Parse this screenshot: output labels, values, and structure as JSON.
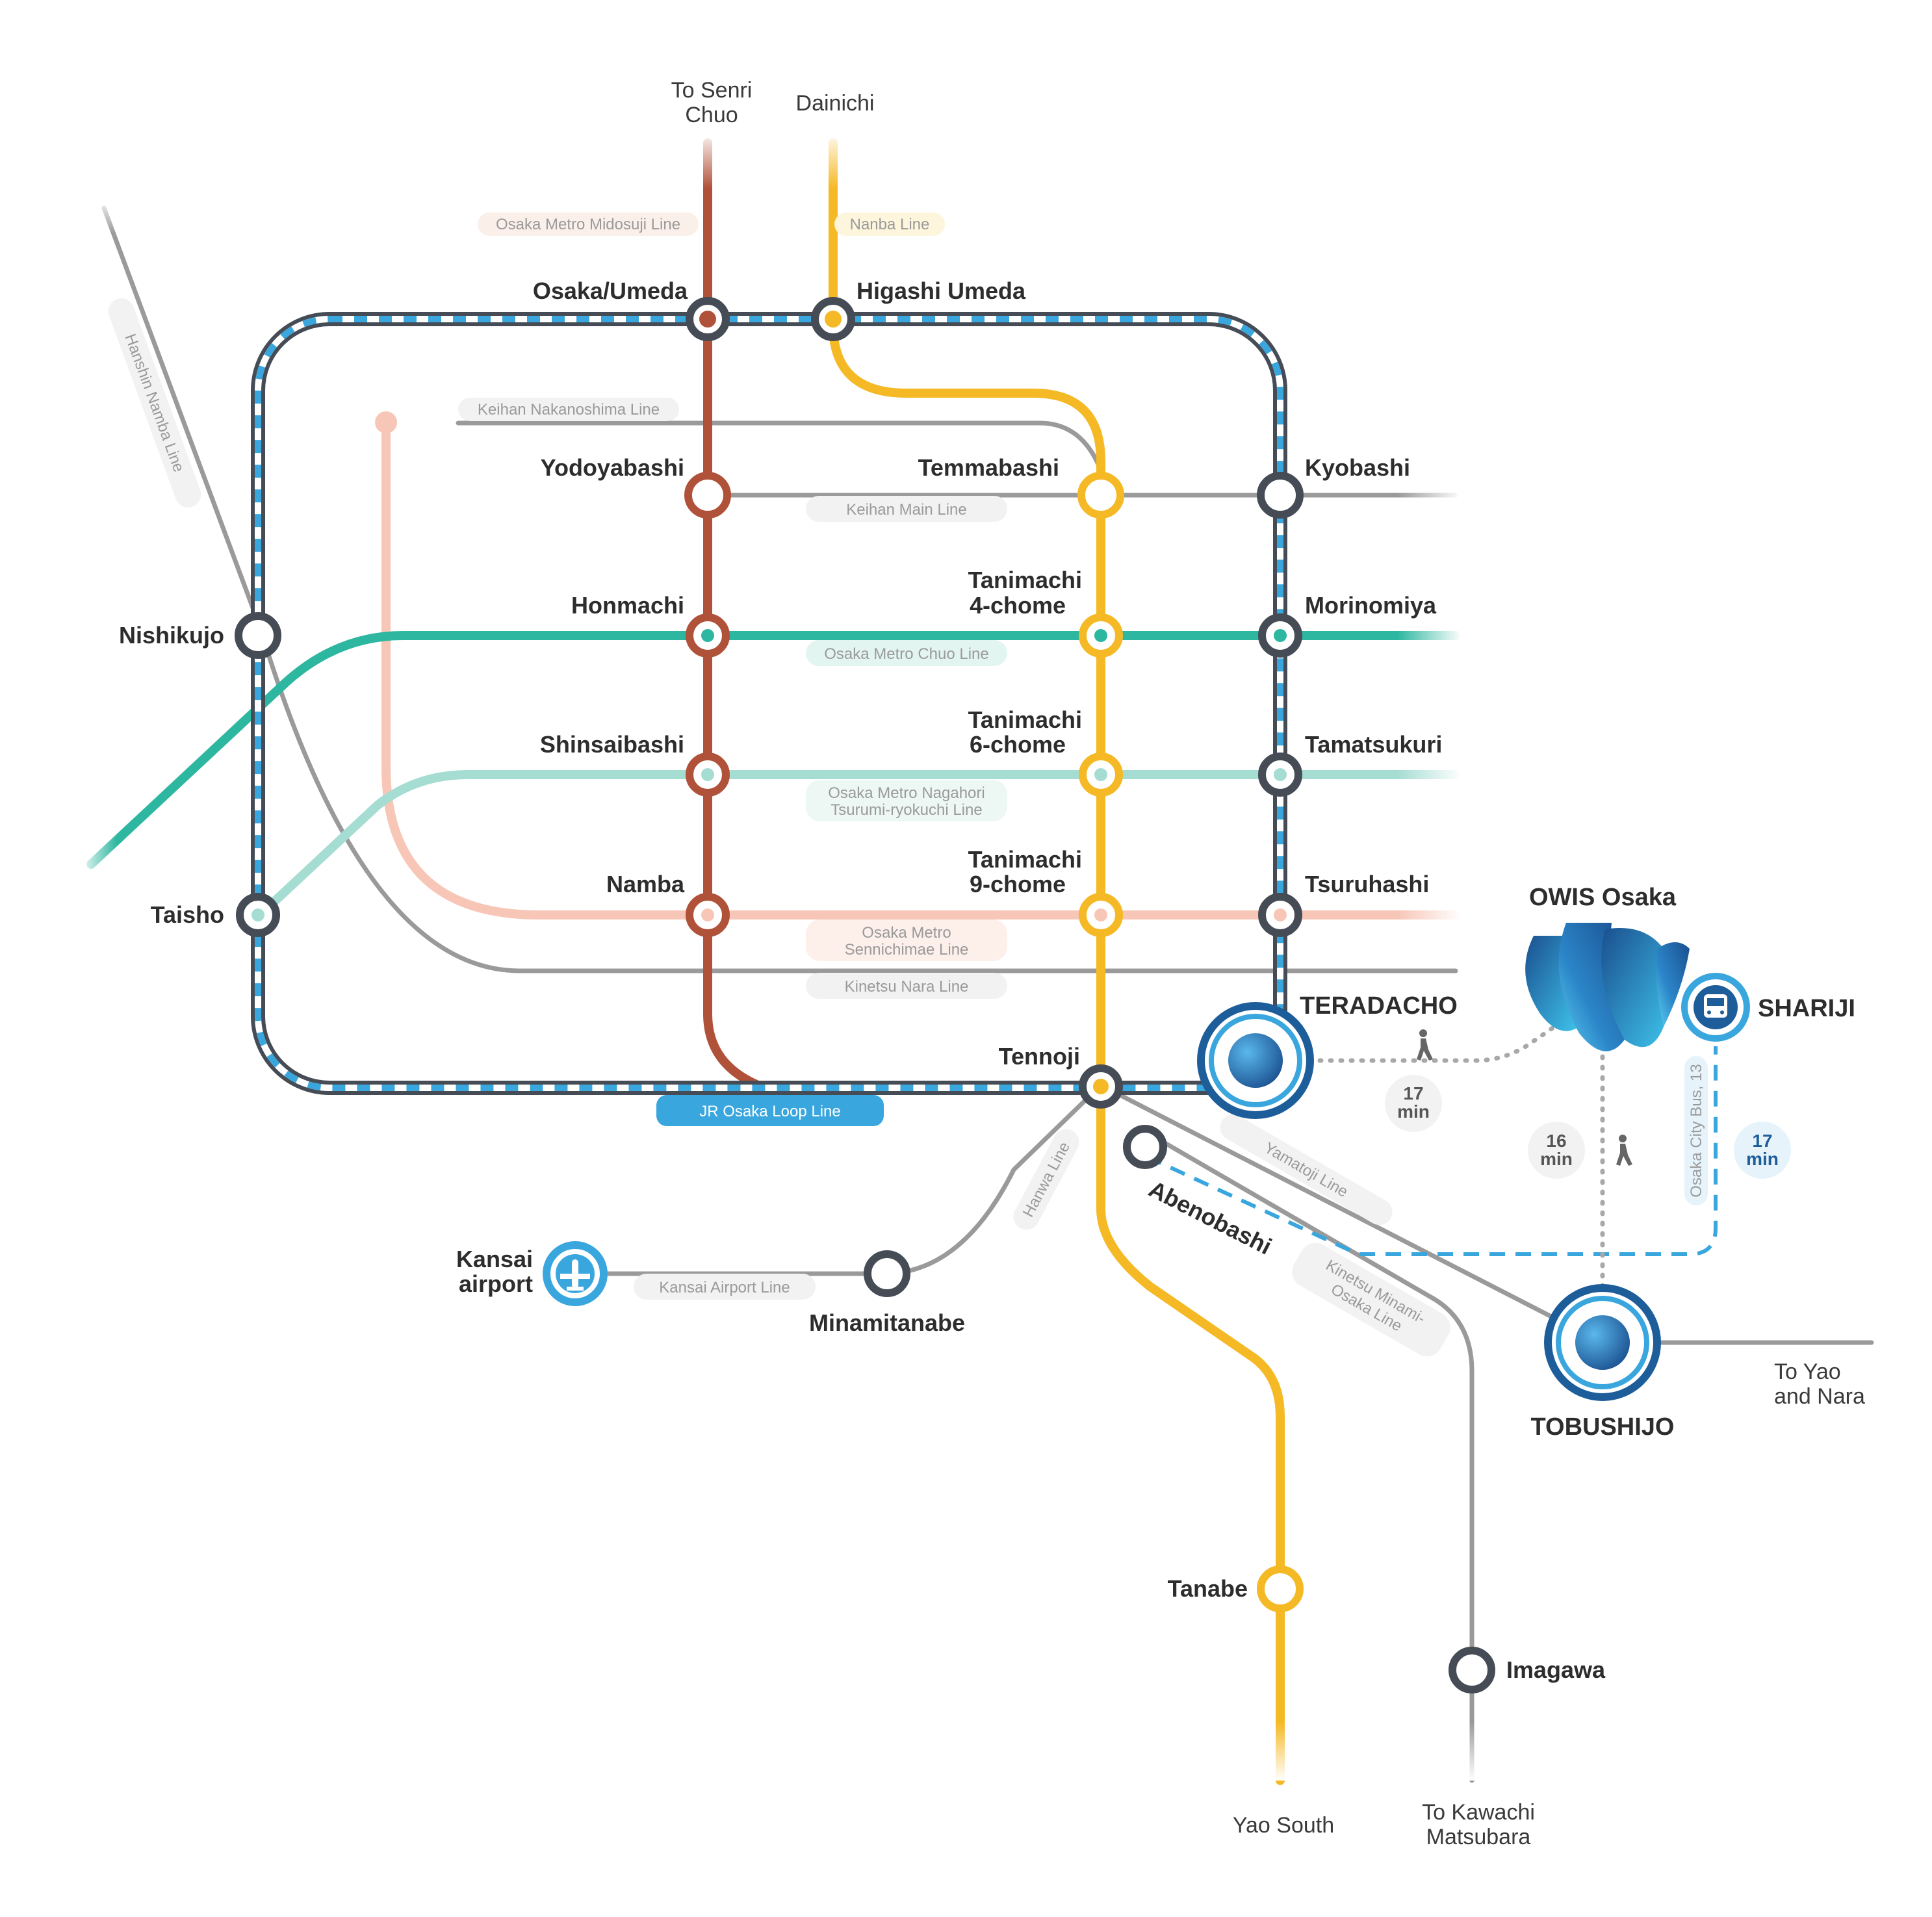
{
  "colors": {
    "midosuji": "#b0523a",
    "tanimachi": "#f5b925",
    "chuo": "#2db7a0",
    "nagahori": "#a5ddd3",
    "sennichimae": "#f7c6b7",
    "grey": "#9a9a9a",
    "loop_dark": "#454c55",
    "loop_blue": "#3aa6de",
    "owis_blue": "#1d5d9a"
  },
  "termini": {
    "senri_chuo_1": "To Senri",
    "senri_chuo_2": "Chuo",
    "dainichi": "Dainichi",
    "yao_south": "Yao South",
    "kawachi_1": "To Kawachi",
    "kawachi_2": "Matsubara",
    "yao_nara_1": "To Yao",
    "yao_nara_2": "and Nara"
  },
  "lines": {
    "midosuji": "Osaka Metro Midosuji Line",
    "nanba": "Nanba Line",
    "keihan_nakanoshima": "Keihan Nakanoshima Line",
    "hanshin_namba": "Hanshin Namba Line",
    "keihan_main": "Keihan Main Line",
    "chuo": "Osaka Metro Chuo Line",
    "nagahori_1": "Osaka Metro Nagahori",
    "nagahori_2": "Tsurumi-ryokuchi Line",
    "sennichimae_1": "Osaka Metro",
    "sennichimae_2": "Sennichimae Line",
    "kintetsu_nara": "Kinetsu Nara Line",
    "jr_loop": "JR Osaka Loop Line",
    "hanwa": "Hanwa Line",
    "yamatoji": "Yamatoji Line",
    "kintetsu_minami_1": "Kinetsu Minami-",
    "kintetsu_minami_2": "Osaka Line",
    "kansai_airport": "Kansai Airport Line",
    "city_bus": "Osaka City Bus, 13"
  },
  "stations": {
    "osaka_umeda": "Osaka/Umeda",
    "higashi_umeda": "Higashi Umeda",
    "yodoyabashi": "Yodoyabashi",
    "temmabashi": "Temmabashi",
    "kyobashi": "Kyobashi",
    "honmachi": "Honmachi",
    "tanimachi4_1": "Tanimachi",
    "tanimachi4_2": "4-chome",
    "morinomiya": "Morinomiya",
    "nishikujo": "Nishikujo",
    "shinsaibashi": "Shinsaibashi",
    "tanimachi6_1": "Tanimachi",
    "tanimachi6_2": "6-chome",
    "tamatsukuri": "Tamatsukuri",
    "namba": "Namba",
    "tanimachi9_1": "Tanimachi",
    "tanimachi9_2": "9-chome",
    "tsuruhashi": "Tsuruhashi",
    "taisho": "Taisho",
    "tennoji": "Tennoji",
    "abenobashi": "Abenobashi",
    "kansai_1": "Kansai",
    "kansai_2": "airport",
    "minamitanabe": "Minamitanabe",
    "tanabe": "Tanabe",
    "imagawa": "Imagawa"
  },
  "highlights": {
    "owis": "OWIS Osaka",
    "teradacho": "TERADACHO",
    "shariji": "SHARIJI",
    "tobushijo": "TOBUSHIJO"
  },
  "times": {
    "teradacho_walk_num": "17",
    "teradacho_walk_unit": "min",
    "tobushijo_walk_num": "16",
    "tobushijo_walk_unit": "min",
    "shariji_bus_num": "17",
    "shariji_bus_unit": "min"
  },
  "icons": {
    "walk": "walking-person-icon",
    "bus": "bus-icon",
    "airport": "airplane-icon",
    "logo": "owis-logo"
  }
}
